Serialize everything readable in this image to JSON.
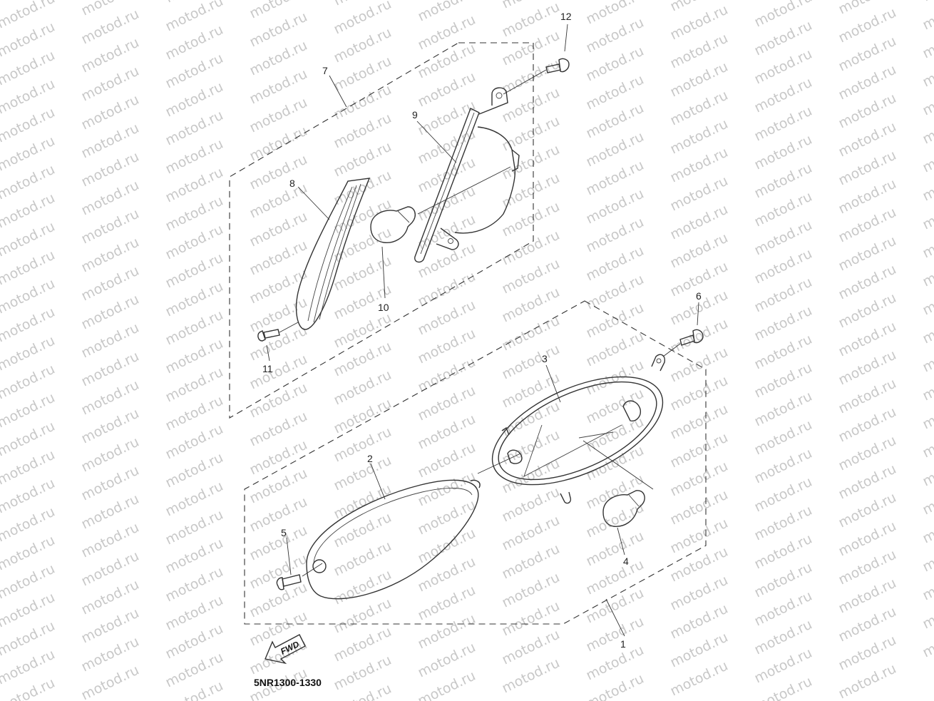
{
  "watermark": "motod.ru",
  "diagram_code": "5NR1300-1330",
  "direction_label": "FWD",
  "callouts": [
    "1",
    "2",
    "3",
    "4",
    "5",
    "6",
    "7",
    "8",
    "9",
    "10",
    "11",
    "12"
  ]
}
